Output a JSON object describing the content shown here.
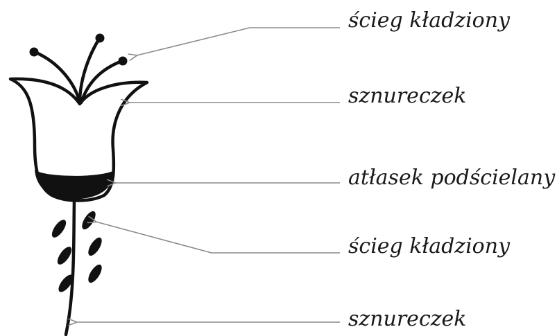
{
  "labels": [
    "ścieg kładziony",
    "sznureczek",
    "atłasek podścielany",
    "ścieg kładziony",
    "sznureczek"
  ]
}
